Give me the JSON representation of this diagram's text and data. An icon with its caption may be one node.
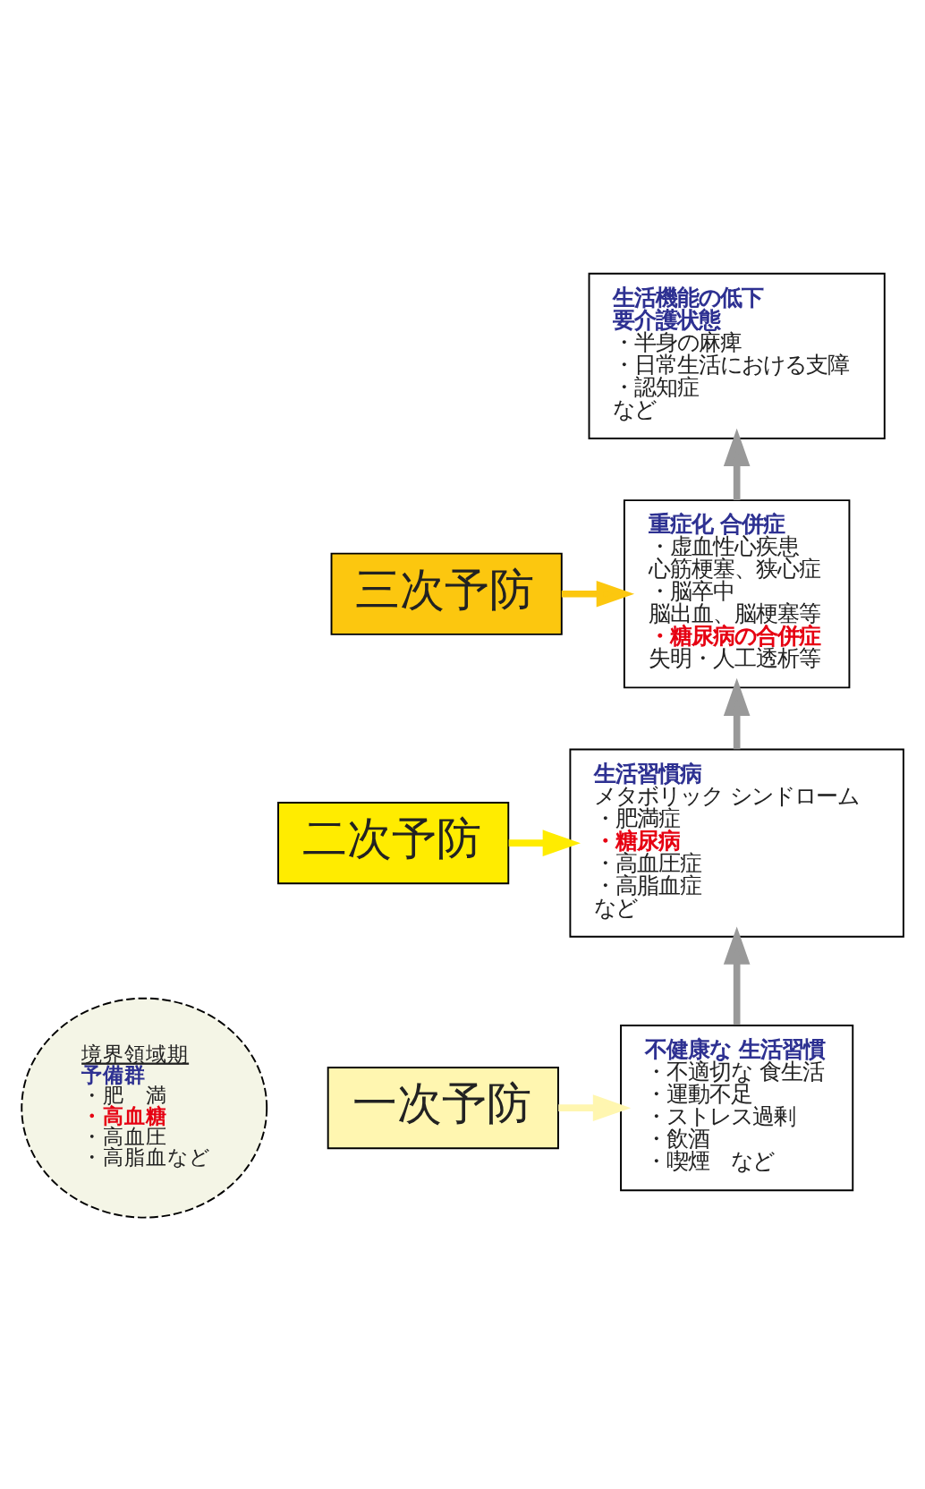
{
  "diagram": {
    "nodes": [
      {
        "text": [
          "境界領域期",
          "予備群",
          "・肥　満",
          "・高血糖",
          "・高血圧",
          "・高脂血など"
        ]
      },
      {
        "text": [
          "不健康な 生活習慣",
          "・不適切な 食生活",
          "・運動不足",
          "・ストレス過剰",
          "・飲酒",
          "・喫煙　など"
        ]
      },
      {
        "text": [
          "生活習慣病",
          "メタボリック シンドローム",
          "・肥満症",
          "・糖尿病",
          "・高血圧症",
          "・高脂血症",
          "など"
        ]
      },
      {
        "text": [
          "重症化 合併症",
          "・虚血性心疾患",
          "心筋梗塞、狭心症",
          "・脳卒中",
          "脳出血、脳梗塞等",
          "・糖尿病の合併症",
          "失明・人工透析等"
        ]
      },
      {
        "text": [
          "生活機能の低下",
          "要介護状態",
          "・半身の麻痺",
          "・日常生活における支障",
          "・認知症",
          "など"
        ]
      },
      {
        "text": [
          "一次予防"
        ]
      },
      {
        "text": [
          "二次予防"
        ]
      },
      {
        "text": [
          "三次予防"
        ]
      }
    ],
    "edges": [
      {
        "from": 1,
        "to": 2,
        "arrow": "to",
        "color": "#999999"
      },
      {
        "from": 2,
        "to": 3,
        "arrow": "to",
        "color": "#999999"
      },
      {
        "from": 3,
        "to": 4,
        "arrow": "to",
        "color": "#999999"
      },
      {
        "from": 5,
        "to": 1,
        "arrow": "to",
        "color": "#fff6b0"
      },
      {
        "from": 6,
        "to": 2,
        "arrow": "to",
        "color": "#ffec00"
      },
      {
        "from": 7,
        "to": 3,
        "arrow": "to",
        "color": "#fcc70f"
      }
    ]
  }
}
